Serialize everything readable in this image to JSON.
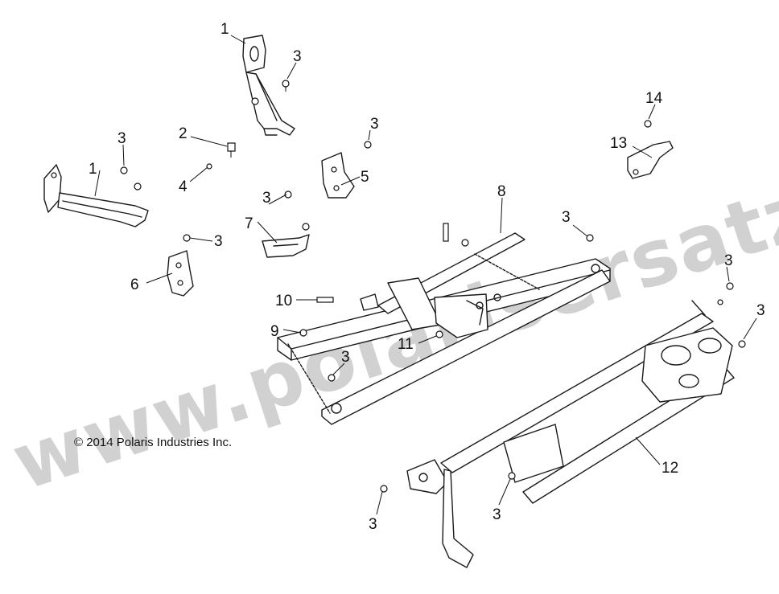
{
  "copyright": "© 2014 Polaris Industries Inc.",
  "watermark": "www.polarisersatzteile.de",
  "callouts": [
    "1",
    "3",
    "2",
    "4",
    "1",
    "3",
    "3",
    "5",
    "14",
    "13",
    "3",
    "6",
    "3",
    "7",
    "8",
    "3",
    "3",
    "10",
    "9",
    "11",
    "3",
    "3",
    "12",
    "3",
    "3"
  ]
}
